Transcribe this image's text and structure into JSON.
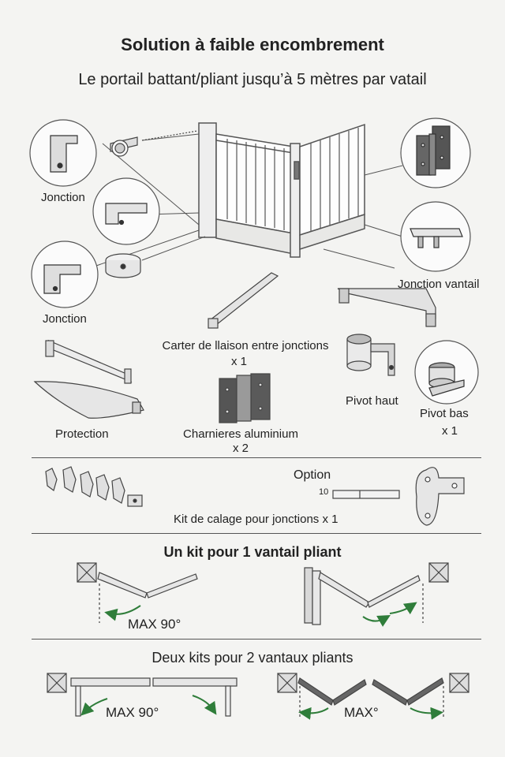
{
  "header": {
    "title": "Solution à faible encombrement",
    "subtitle": "Le portail battant/pliant jusqu’à 5 mètres par vatail"
  },
  "parts": {
    "jonction_top": "Jonction",
    "jonction_left": "Jonction",
    "jonction_vantail": "Jonction vantail",
    "carter_label": "Carter de llaison entre jonctions",
    "carter_qty": "x 1",
    "pivot_haut": "Pivot haut",
    "pivot_bas": "Pivot bas",
    "pivot_bas_qty": "x 1",
    "protection": "Protection",
    "charnieres_label": "Charnieres aluminium",
    "charnieres_qty": "x 2"
  },
  "option": {
    "title": "Option",
    "ruler_mark": "10",
    "kit_label": "Kit de calage pour jonctions x 1"
  },
  "kit_one": {
    "title": "Un kit pour 1 vantail pliant",
    "angle": "MAX 90°"
  },
  "kit_two": {
    "title": "Deux kits pour 2 vantaux pliants",
    "angle_left": "MAX 90°",
    "angle_right": "MAX°"
  },
  "colors": {
    "arrow_green": "#2f7d3a",
    "outline": "#444444"
  }
}
